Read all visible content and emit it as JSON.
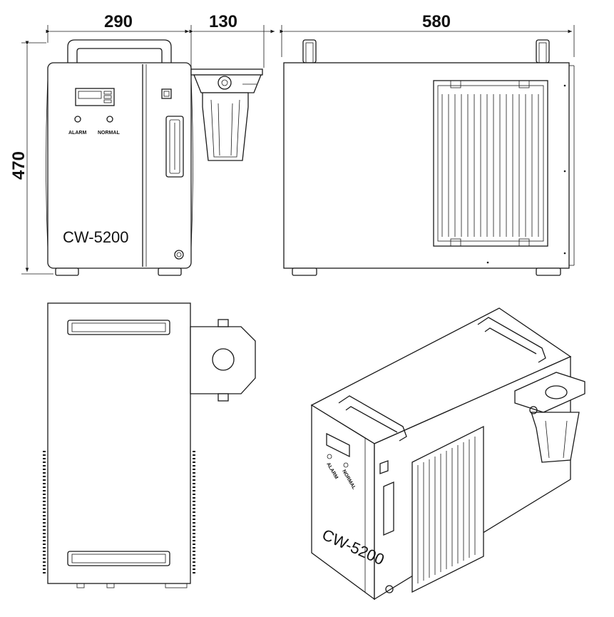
{
  "dimensions": {
    "width": "290",
    "bracket": "130",
    "length": "580",
    "height": "470"
  },
  "front_panel": {
    "alarm_label": "ALARM",
    "normal_label": "NORMAL",
    "model_label": "CW-5200"
  },
  "iso_view": {
    "alarm_label": "ALARM",
    "normal_label": "NORMAL",
    "model_label": "CW-5200"
  }
}
